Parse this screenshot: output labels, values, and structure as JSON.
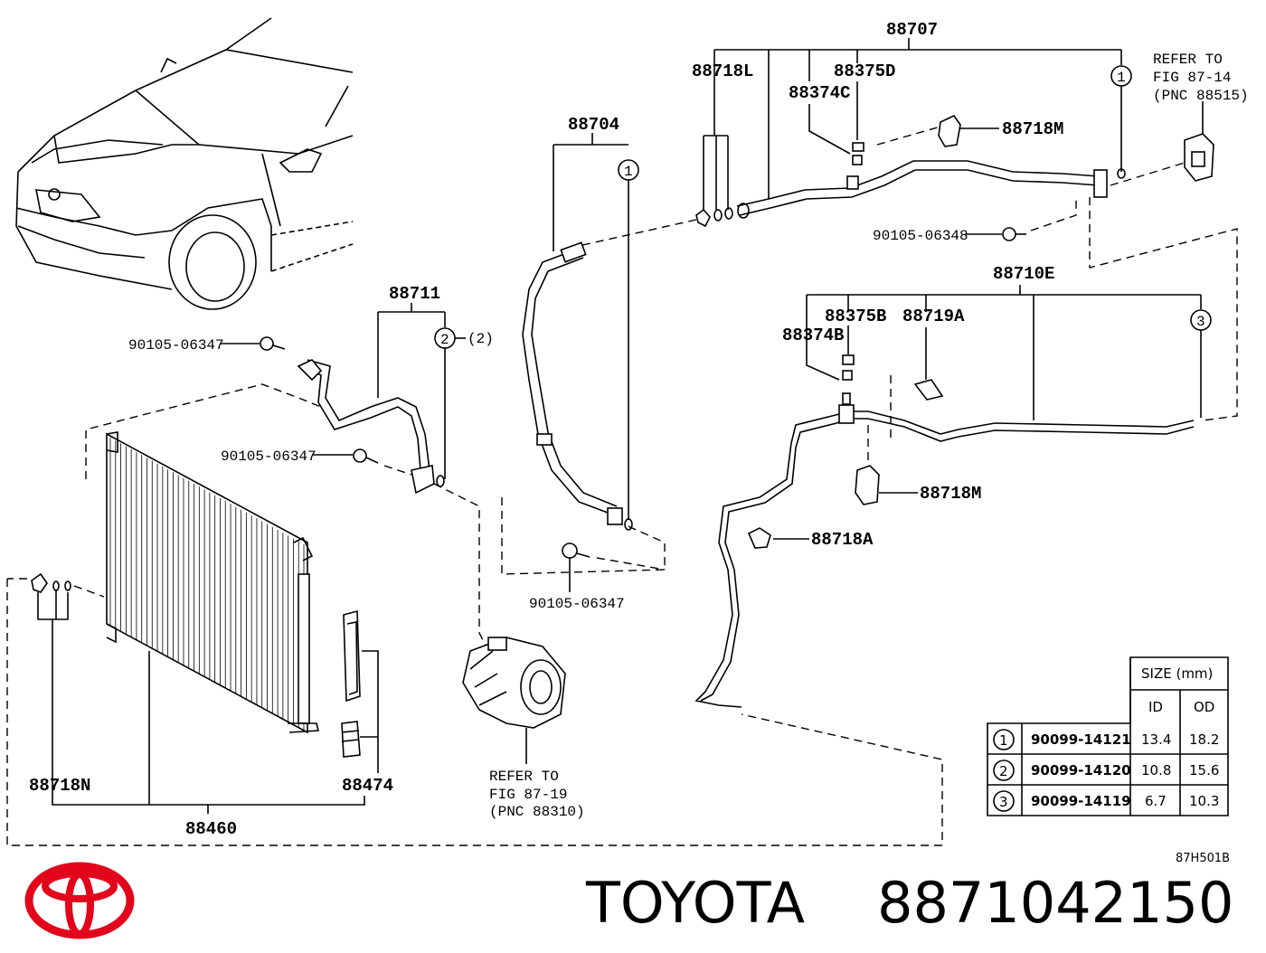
{
  "labels": {
    "p88707": "88707",
    "p88718L": "88718L",
    "p88375D": "88375D",
    "p88374C": "88374C",
    "p88718M_top": "88718M",
    "p90105_06348": "90105-06348",
    "p88704": "88704",
    "p88711": "88711",
    "p90105_06347_a": "90105-06347",
    "p90105_06347_b": "90105-06347",
    "p90105_06347_c": "90105-06347",
    "p88710E": "88710E",
    "p88375B": "88375B",
    "p88374B": "88374B",
    "p88719A": "88719A",
    "p88718M_mid": "88718M",
    "p88718A": "88718A",
    "p88718N": "88718N",
    "p88474": "88474",
    "p88460": "88460",
    "qty2": "(2)"
  },
  "refer_top": [
    "REFER TO",
    "FIG 87-14",
    "(PNC 88515)"
  ],
  "refer_bottom": [
    "REFER TO",
    "FIG 87-19",
    "(PNC 88310)"
  ],
  "callouts": {
    "c1": "1",
    "c2": "2",
    "c3": "3"
  },
  "size_table": {
    "header": "SIZE (mm)",
    "col_id": "ID",
    "col_od": "OD",
    "rows": [
      {
        "mark": "1",
        "part": "90099-14121",
        "id": "13.4",
        "od": "18.2"
      },
      {
        "mark": "2",
        "part": "90099-14120",
        "id": "10.8",
        "od": "15.6"
      },
      {
        "mark": "3",
        "part": "90099-14119",
        "id": "6.7",
        "od": "10.3"
      }
    ]
  },
  "figure_code": "87H501B",
  "brand": "TOYOTA",
  "part_number": "8871042150",
  "colors": {
    "logo": "#e3051b",
    "ink": "#000000"
  }
}
